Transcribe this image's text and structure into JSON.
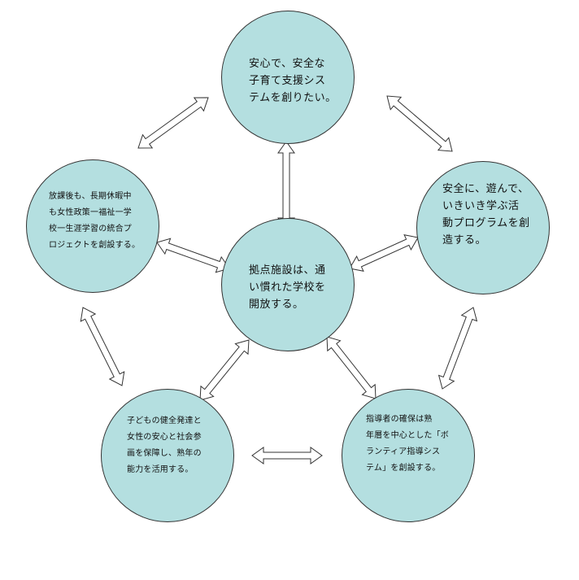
{
  "nodes": {
    "top": [
      "安心で、安全な",
      "子育て支援シス",
      "テムを創りたい。"
    ],
    "center": [
      "拠点施設は、通",
      "い慣れた学校を",
      "開放する。"
    ],
    "left": [
      "放課後も、長期休暇中",
      "も女性政策一福祉一学",
      "校一生涯学習の統合プ",
      "ロジェクトを創設する。"
    ],
    "right": [
      "安全に、遊んで、",
      "いきいき学ぶ活",
      "動プログラムを創",
      "造する。"
    ],
    "bottom_left": [
      "子どもの健全発達と",
      "女性の安心と社会参",
      "画を保障し、熟年の",
      "能力を活用する。"
    ],
    "bottom_right": [
      "指導者の確保は熟",
      "年層を中心とした「ボ",
      "ランティア指導シス",
      "テム」を創設する。"
    ]
  },
  "colors": {
    "node_fill": "#b4dfe0",
    "node_stroke": "#333333",
    "arrow_fill": "#ffffff"
  }
}
